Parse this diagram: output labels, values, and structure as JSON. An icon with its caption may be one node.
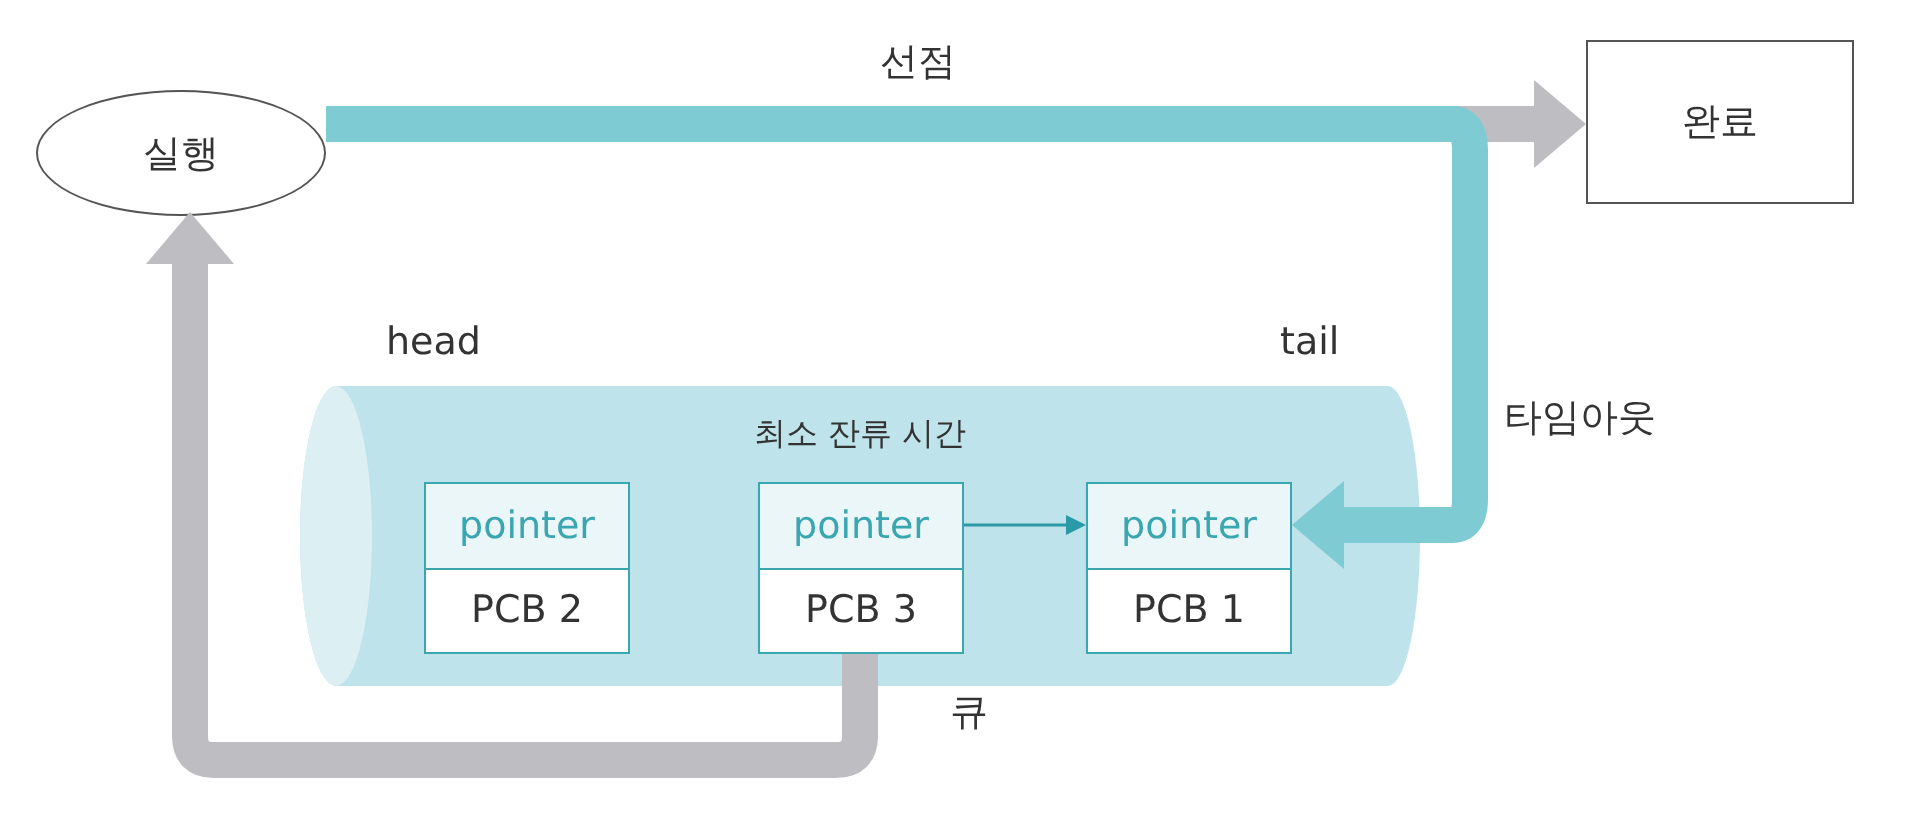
{
  "diagram": {
    "nodes": [
      {
        "text": [
          "실행"
        ]
      },
      {
        "text": [
          "완료"
        ]
      },
      {
        "text": [
          "최소 잔류 시간"
        ],
        "beside": [
          "큐"
        ]
      },
      {
        "text": [
          "pointer",
          "PCB 2"
        ],
        "in": 2
      },
      {
        "text": [
          "pointer",
          "PCB 3"
        ],
        "in": 2
      },
      {
        "text": [
          "pointer",
          "PCB 1"
        ],
        "in": 2
      }
    ],
    "edges": [
      {
        "from": 0,
        "to": 1,
        "arrow": "to",
        "color": "#bdbdc2"
      },
      {
        "from": 0,
        "to": 5,
        "arrow": "to",
        "color": "#7ecbd3",
        "label": "선점"
      },
      {
        "from": 4,
        "to": 5,
        "arrow": "to",
        "color": "#2a9aa8"
      },
      {
        "from": 4,
        "to": 0,
        "arrow": "to",
        "color": "#bdbdc2"
      }
    ],
    "labels": [
      "head",
      "tail",
      "타임아웃"
    ]
  }
}
